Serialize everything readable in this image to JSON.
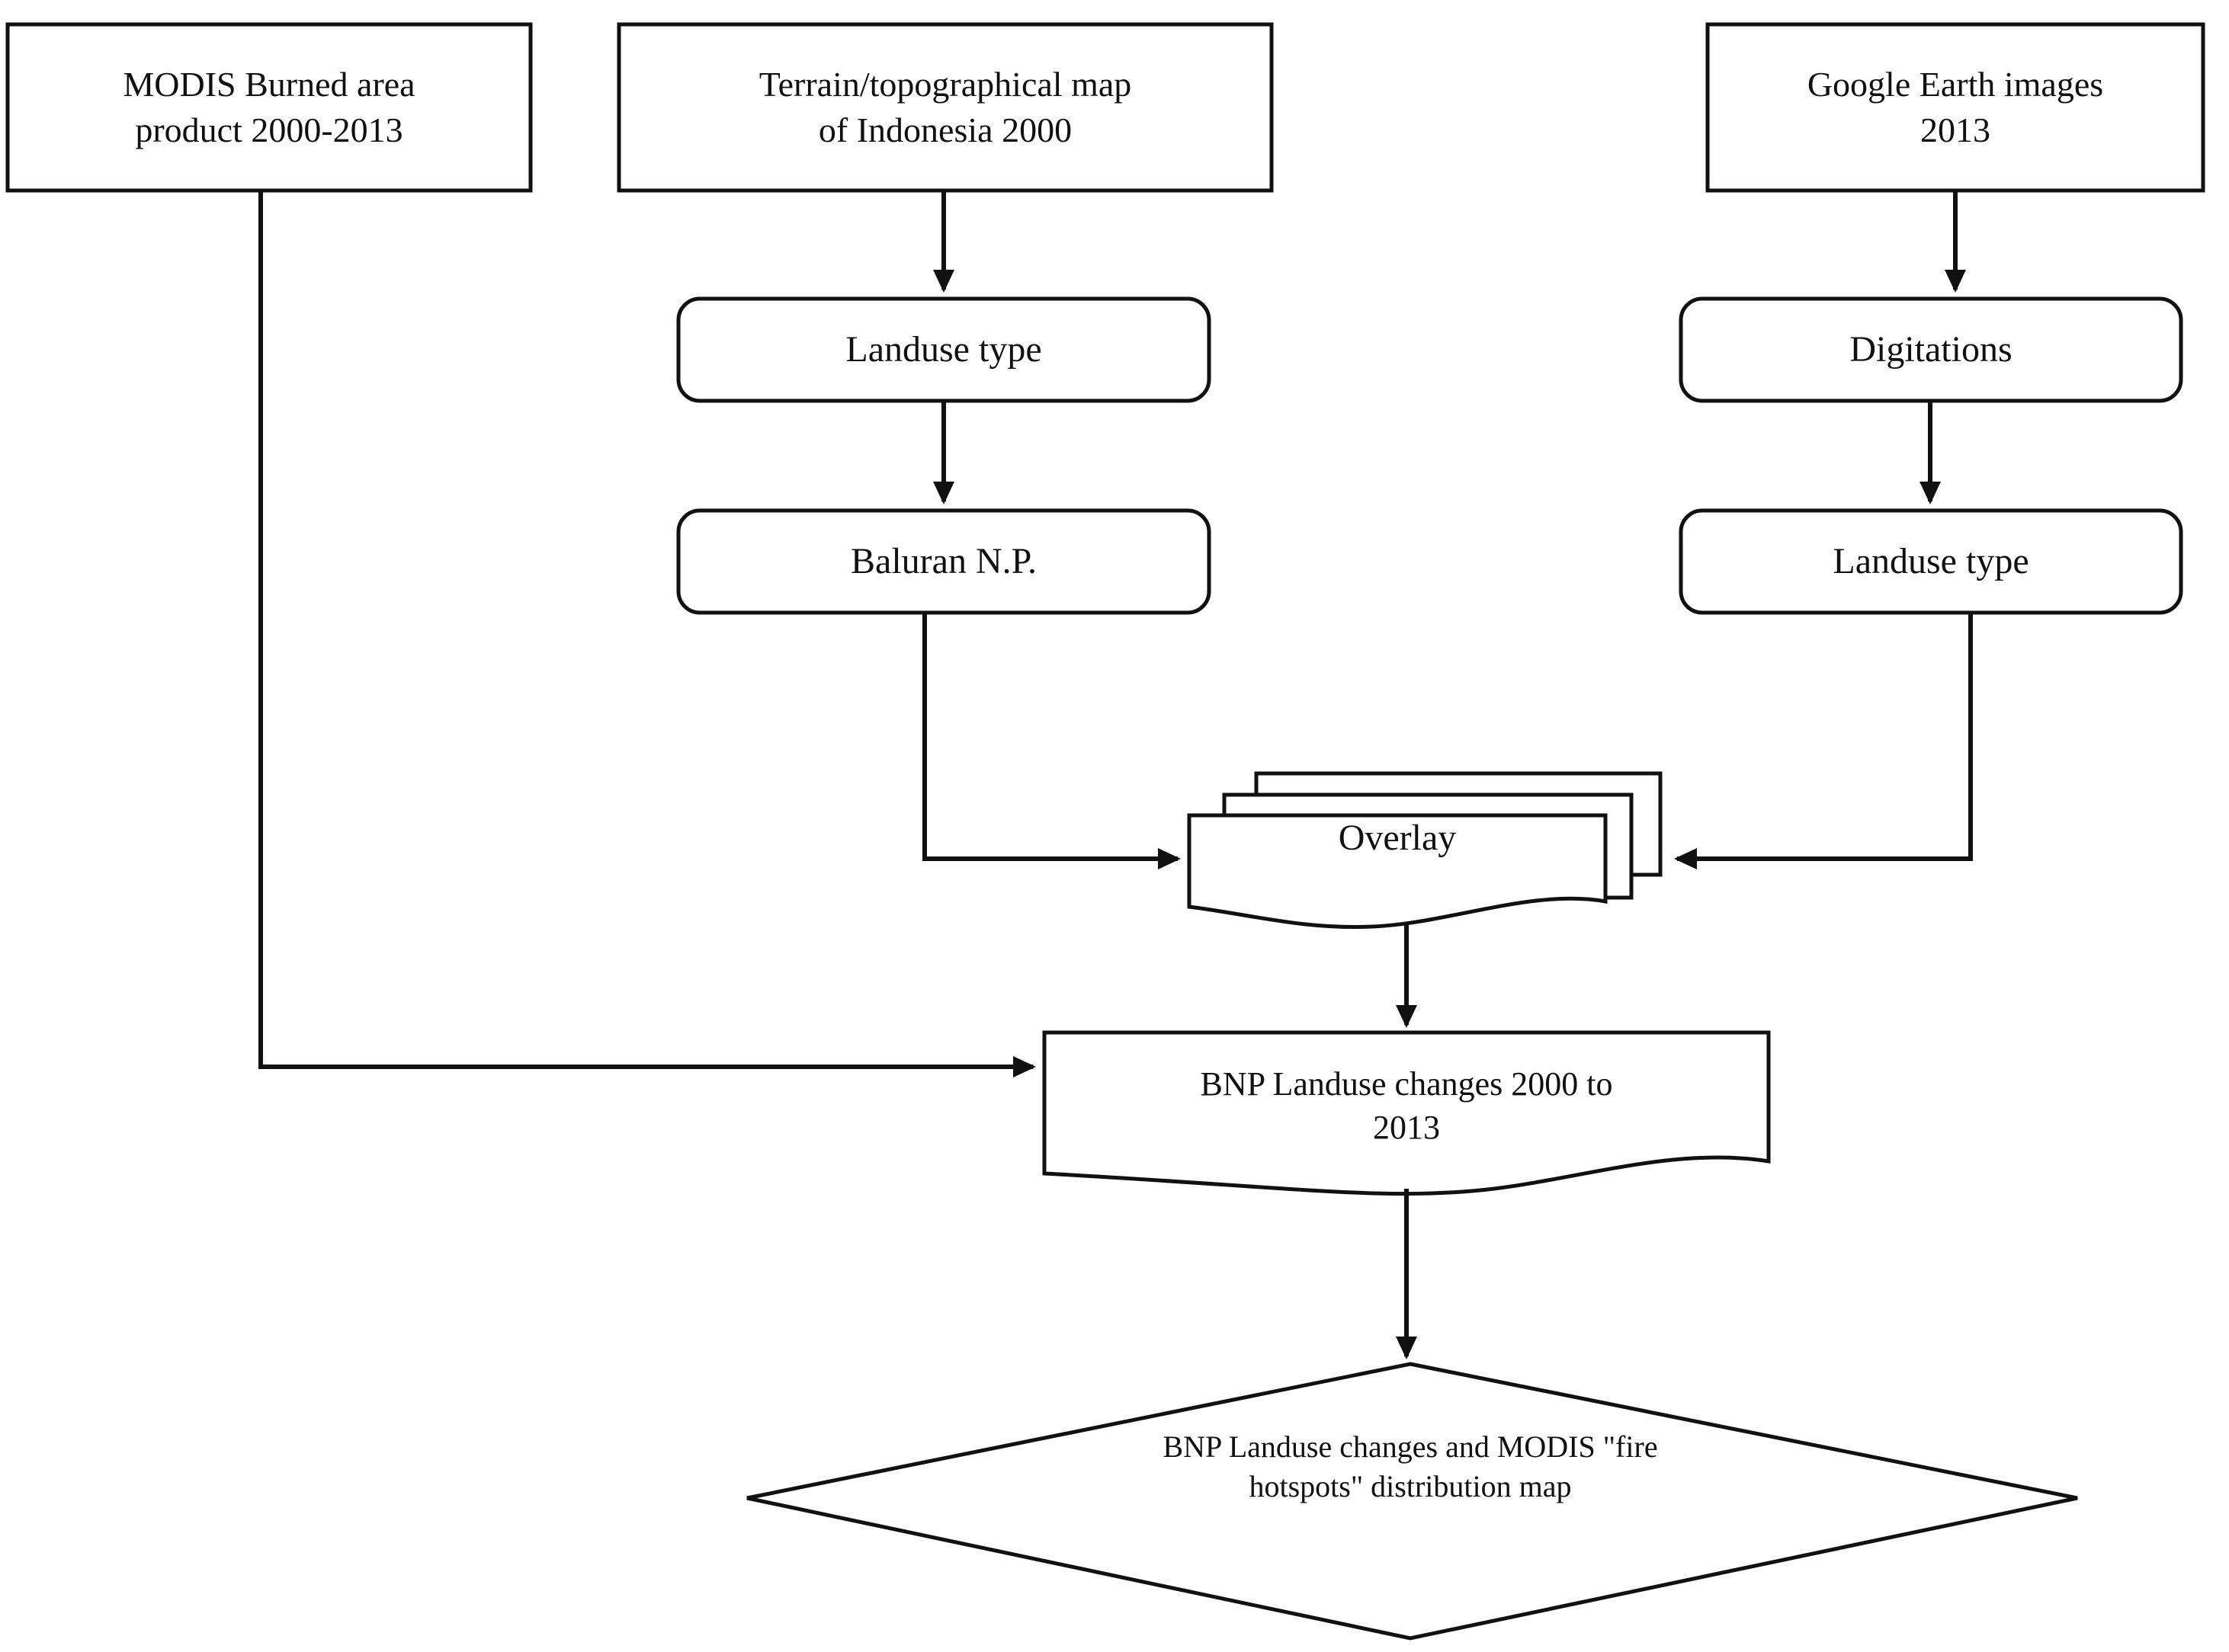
{
  "diagram": {
    "title": "Research methodology flowchart",
    "line_color": "#1a1a1a",
    "fill_color": "#ffffff",
    "nodes": {
      "modis": {
        "label": "MODIS Burned area\nproduct 2000-2013",
        "shape": "rectangle"
      },
      "terrain": {
        "label": "Terrain/topographical  map\nof Indonesia 2000",
        "shape": "rectangle"
      },
      "google_earth": {
        "label": "Google Earth images\n2013",
        "shape": "rectangle"
      },
      "landuse_left": {
        "label": "Landuse type",
        "shape": "rounded-rectangle"
      },
      "baluran": {
        "label": "Baluran N.P.",
        "shape": "rounded-rectangle"
      },
      "digitations": {
        "label": "Digitations",
        "shape": "rounded-rectangle"
      },
      "landuse_right": {
        "label": "Landuse type",
        "shape": "rounded-rectangle"
      },
      "overlay": {
        "label": "Overlay",
        "shape": "multi-document"
      },
      "bnp_changes": {
        "label": "BNP Landuse changes 2000 to\n2013",
        "shape": "document"
      },
      "output_map": {
        "label": "BNP Landuse changes and MODIS \"fire\nhotspots\" distribution map",
        "shape": "diamond"
      }
    },
    "edges": [
      {
        "from": "terrain",
        "to": "landuse_left",
        "style": "straight-down"
      },
      {
        "from": "landuse_left",
        "to": "baluran",
        "style": "straight-down"
      },
      {
        "from": "google_earth",
        "to": "digitations",
        "style": "straight-down"
      },
      {
        "from": "digitations",
        "to": "landuse_right",
        "style": "straight-down"
      },
      {
        "from": "baluran",
        "to": "overlay",
        "style": "elbow-down-right"
      },
      {
        "from": "landuse_right",
        "to": "overlay",
        "style": "elbow-down-left"
      },
      {
        "from": "overlay",
        "to": "bnp_changes",
        "style": "straight-down"
      },
      {
        "from": "modis",
        "to": "bnp_changes",
        "style": "elbow-down-right"
      },
      {
        "from": "bnp_changes",
        "to": "output_map",
        "style": "straight-down"
      }
    ]
  }
}
